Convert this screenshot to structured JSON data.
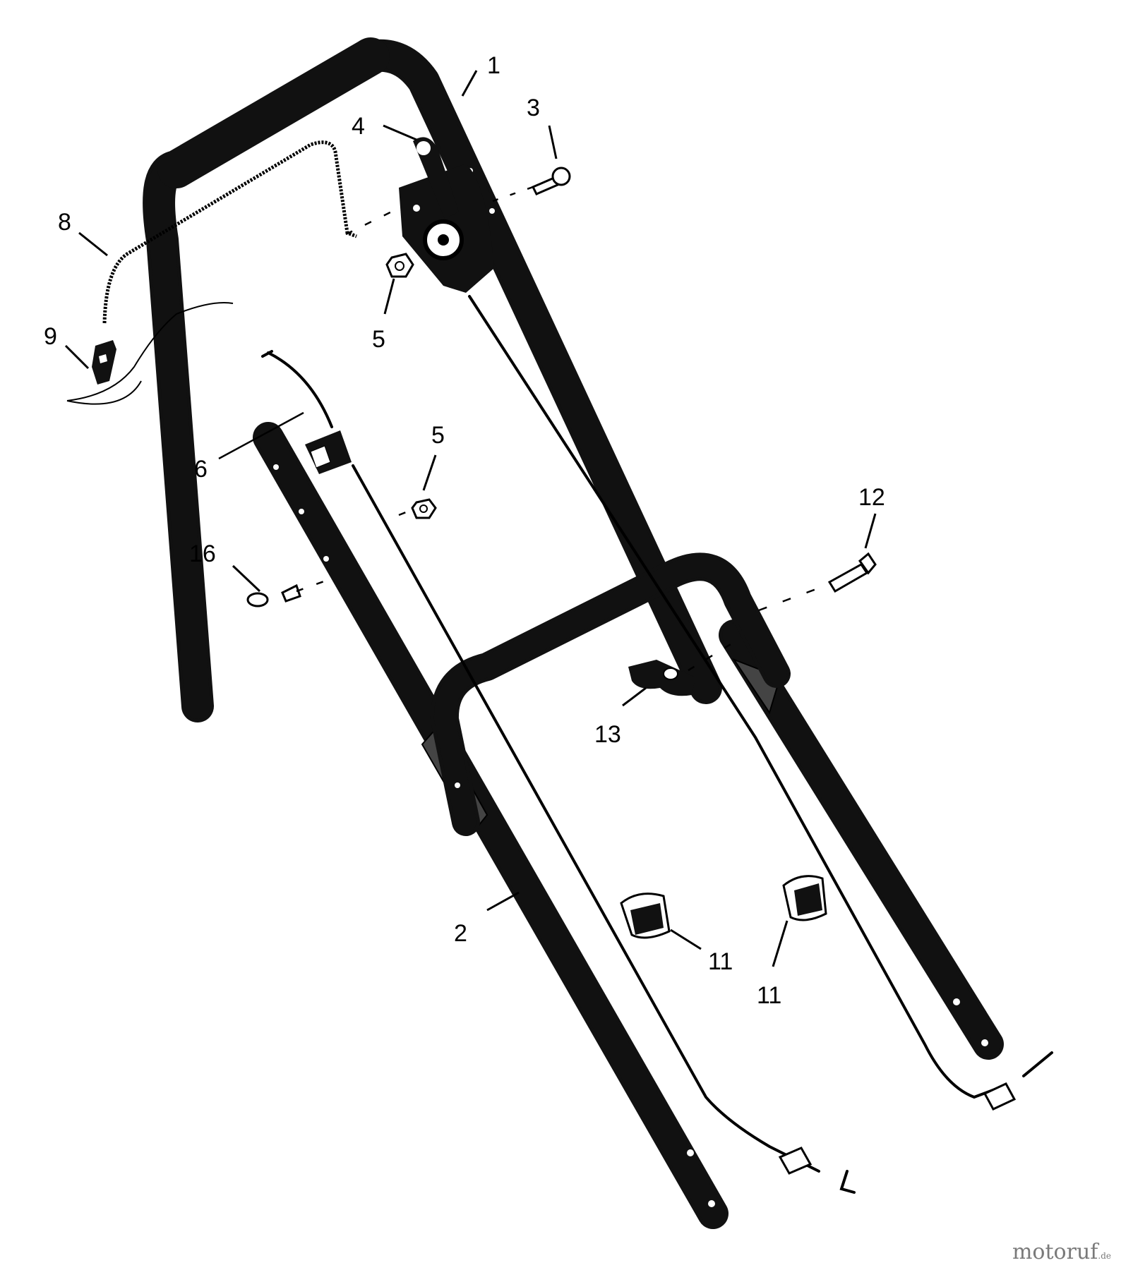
{
  "callouts": {
    "c1": "1",
    "c2": "2",
    "c3": "3",
    "c4": "4",
    "c5a": "5",
    "c5b": "5",
    "c6": "6",
    "c8": "8",
    "c9": "9",
    "c11a": "11",
    "c11b": "11",
    "c12": "12",
    "c13": "13",
    "c16": "16"
  },
  "watermark": {
    "brand": "motoruf",
    "tld": ".de"
  },
  "icons": [
    "upper-handle",
    "lower-handle",
    "handle-bolt",
    "control-lever",
    "nut",
    "cable-tie",
    "bail-cable",
    "bail-connector",
    "cable-clip",
    "carriage-bolt",
    "handle-knob",
    "rope-guide"
  ]
}
